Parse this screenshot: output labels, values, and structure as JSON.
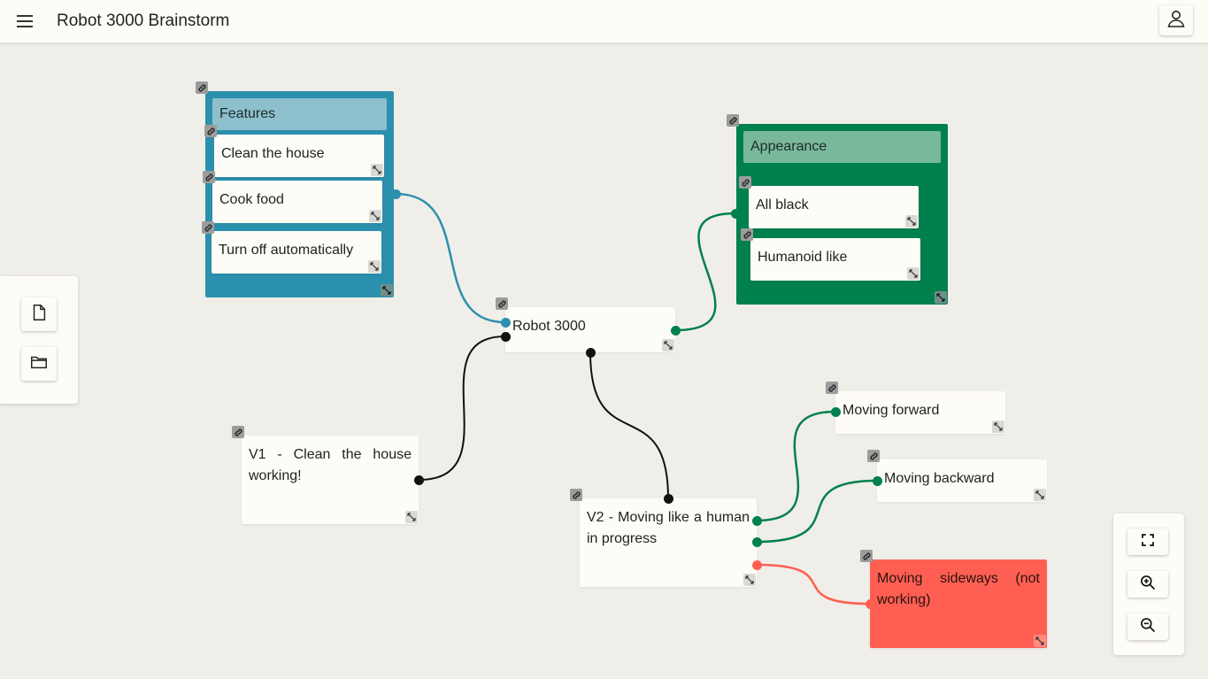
{
  "header": {
    "title": "Robot 3000 Brainstorm",
    "menu_icon": "hamburger-menu-icon",
    "user_icon": "user-account-icon"
  },
  "sidebar": {
    "items": [
      {
        "icon": "new-file-icon"
      },
      {
        "icon": "open-folder-icon"
      }
    ]
  },
  "zoom_controls": {
    "items": [
      {
        "icon": "fit-view-icon"
      },
      {
        "icon": "zoom-in-icon"
      },
      {
        "icon": "zoom-out-icon"
      }
    ]
  },
  "colors": {
    "canvas": "#f0eee9",
    "surface": "#fefcf6",
    "blue": "#2b90ad",
    "blue_header": "#8dc0cc",
    "green": "#00804d",
    "green_header": "#79b898",
    "red": "#ff5f52",
    "black": "#111111"
  },
  "groups": {
    "features": {
      "title": "Features",
      "items": [
        "Clean the house",
        "Cook food",
        "Turn off automatically"
      ]
    },
    "appearance": {
      "title": "Appearance",
      "items": [
        "All black",
        "Humanoid like"
      ]
    }
  },
  "nodes": {
    "robot": "Robot 3000",
    "v1": "V1 - Clean the house working!",
    "v2": "V2 - Moving like a human in progress",
    "forward": "Moving forward",
    "backward": "Moving backward",
    "sideways": "Moving sideways (not working)"
  },
  "edges": [
    {
      "from": "features",
      "to": "robot",
      "color": "blue"
    },
    {
      "from": "robot",
      "to": "appearance",
      "color": "green"
    },
    {
      "from": "robot",
      "to": "v1",
      "color": "black"
    },
    {
      "from": "robot",
      "to": "v2",
      "color": "black"
    },
    {
      "from": "v2",
      "to": "forward",
      "color": "green"
    },
    {
      "from": "v2",
      "to": "backward",
      "color": "green"
    },
    {
      "from": "v2",
      "to": "sideways",
      "color": "red"
    }
  ]
}
